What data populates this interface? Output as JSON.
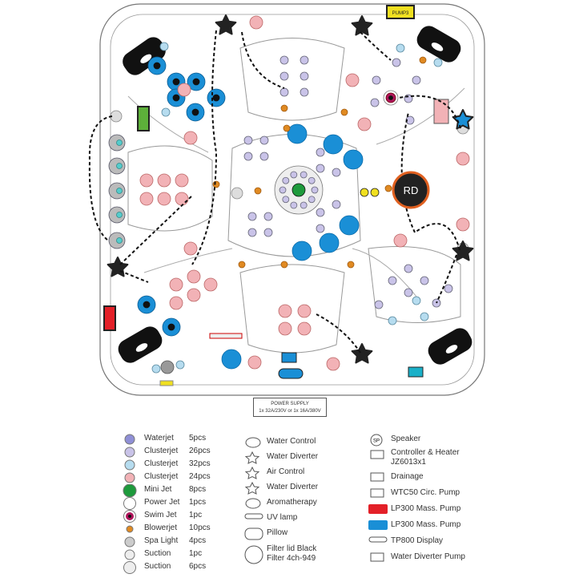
{
  "diagram": {
    "pump_label_top": "PUMP3",
    "controller_badge": "RD",
    "power_supply": {
      "title": "POWER SUPPLY",
      "spec": "1x 32A/230V or 1x 16A/380V"
    }
  },
  "legend": {
    "col1": [
      {
        "label": "Waterjet",
        "qty": "5pcs",
        "icon": "waterjet-icon",
        "color": "#8f8fd6"
      },
      {
        "label": "Clusterjet",
        "qty": "26pcs",
        "icon": "clusterjet-purple-icon",
        "color": "#c9c3e8"
      },
      {
        "label": "Clusterjet",
        "qty": "32pcs",
        "icon": "clusterjet-blue-icon",
        "color": "#b6dcef"
      },
      {
        "label": "Clusterjet",
        "qty": "24pcs",
        "icon": "clusterjet-pink-icon",
        "color": "#f2b2b6"
      },
      {
        "label": "Mini Jet",
        "qty": "8pcs",
        "icon": "mini-jet-icon",
        "color": "#1e9a3c"
      },
      {
        "label": "Power Jet",
        "qty": "1pcs",
        "icon": "power-jet-icon",
        "color": "#ffffff"
      },
      {
        "label": "Swim Jet",
        "qty": "1pc",
        "icon": "swim-jet-icon",
        "color": "#b0155c"
      },
      {
        "label": "Blowerjet",
        "qty": "10pcs",
        "icon": "blowerjet-icon",
        "color": "#e08a22"
      },
      {
        "label": "Spa Light",
        "qty": "4pcs",
        "icon": "spa-light-icon",
        "color": "#cccccc"
      },
      {
        "label": "Suction",
        "qty": "1pc",
        "icon": "suction-icon",
        "color": "#eeeeee"
      },
      {
        "label": "Suction",
        "qty": "6pcs",
        "icon": "suction-large-icon",
        "color": "#eeeeee"
      }
    ],
    "col2": [
      {
        "label": "Water Control",
        "icon": "water-control-icon"
      },
      {
        "label": "Water Diverter",
        "icon": "water-diverter-icon"
      },
      {
        "label": "Air Control",
        "icon": "air-control-icon"
      },
      {
        "label": "Water Diverter",
        "icon": "water-diverter-alt-icon"
      },
      {
        "label": "Aromatherapy",
        "icon": "aromatherapy-icon"
      },
      {
        "label": "UV lamp",
        "icon": "uv-lamp-icon"
      },
      {
        "label": "Pillow",
        "icon": "pillow-icon"
      },
      {
        "label": "Filter lid Black",
        "label2": "Filter 4ch-949",
        "icon": "filter-icon"
      }
    ],
    "col3": [
      {
        "label": "Speaker",
        "icon": "speaker-icon",
        "glyph": "SP"
      },
      {
        "label": "Controller & Heater",
        "label2": "JZ6013x1",
        "icon": "controller-heater-icon"
      },
      {
        "label": "Drainage",
        "icon": "drainage-icon"
      },
      {
        "label": "WTC50 Circ. Pump",
        "icon": "circ-pump-icon"
      },
      {
        "label": "LP300 Mass. Pump",
        "icon": "mass-pump-red-icon",
        "color": "#e32028"
      },
      {
        "label": "LP300 Mass. Pump",
        "icon": "mass-pump-blue-icon",
        "color": "#1a8fd6"
      },
      {
        "label": "TP800 Display",
        "icon": "display-icon"
      },
      {
        "label": "Water Diverter Pump",
        "icon": "water-diverter-pump-icon"
      }
    ]
  }
}
